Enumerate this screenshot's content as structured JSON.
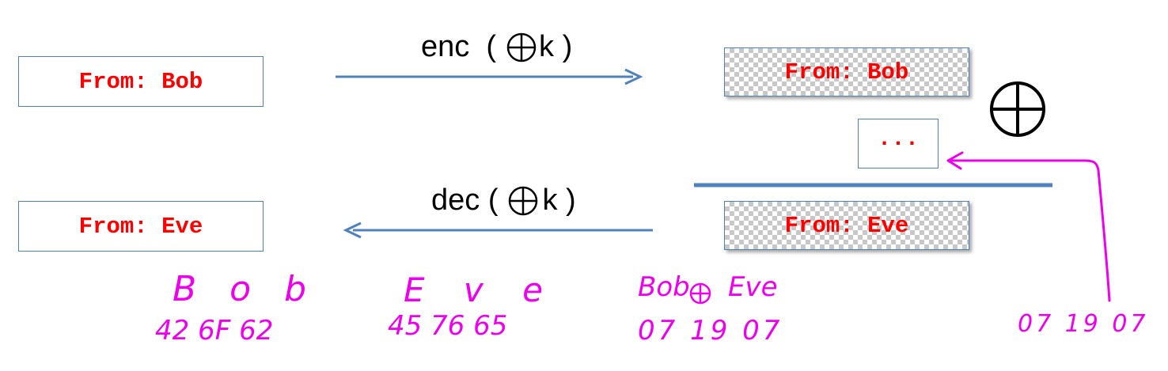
{
  "boxes": {
    "plain_bob": "From: Bob",
    "plain_eve": "From: Eve",
    "cipher_bob": "From: Bob",
    "cipher_dots": "...",
    "cipher_eve": "From: Eve"
  },
  "arrows": {
    "enc_prefix": "enc  (",
    "dec_prefix": "dec (",
    "key_suffix": "k )"
  },
  "handwriting": {
    "bob_letters": "B o b",
    "bob_hex": "42 6F 62",
    "eve_letters": "E v e",
    "eve_hex": "45 76 65",
    "xor_left": "Bob",
    "xor_right": "Eve",
    "xor_hex": "07 19 07",
    "key_hex": "07 19 07"
  },
  "colors": {
    "box_border": "#4f81bd",
    "arrow": "#4f81bd",
    "box_text": "#ff0000",
    "handwriting": "#ee00ee"
  }
}
